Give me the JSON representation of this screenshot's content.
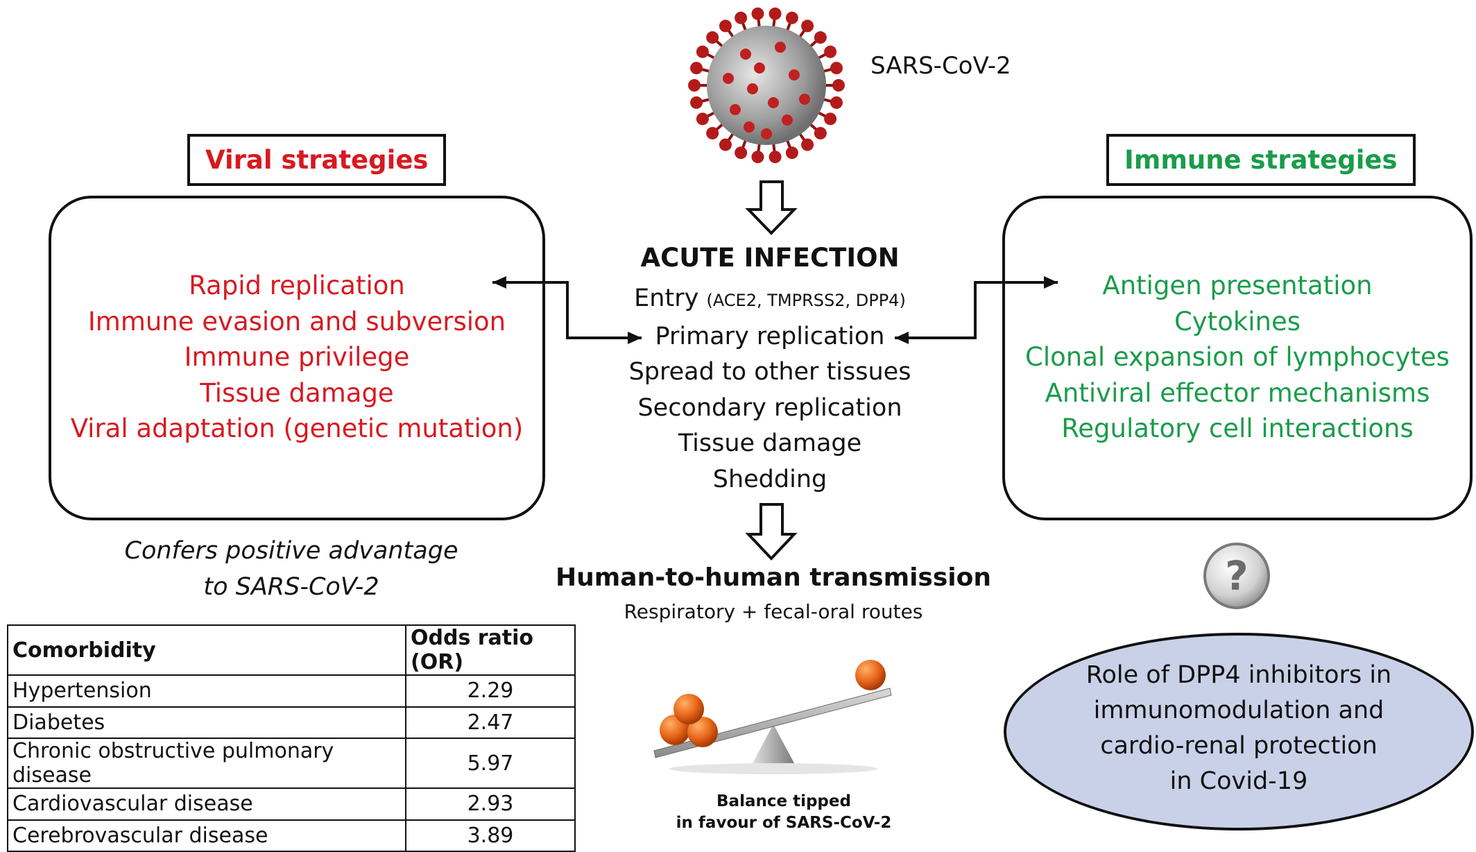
{
  "virus": {
    "label": "SARS-CoV-2",
    "icon": "coronavirus-icon"
  },
  "viral_strategies": {
    "header": "Viral strategies",
    "color": "#d71920",
    "items": [
      "Rapid replication",
      "Immune evasion and subversion",
      "Immune privilege",
      "Tissue damage",
      "Viral adaptation (genetic mutation)"
    ]
  },
  "immune_strategies": {
    "header": "Immune strategies",
    "color": "#1a9c4a",
    "items": [
      "Antigen presentation",
      "Cytokines",
      "Clonal expansion of lymphocytes",
      "Antiviral effector mechanisms",
      "Regulatory cell interactions"
    ]
  },
  "infection": {
    "title": "ACUTE INFECTION",
    "entry_label": "Entry",
    "entry_detail": "(ACE2, TMPRSS2, DPP4)",
    "steps": [
      "Primary replication",
      "Spread to other tissues",
      "Secondary replication",
      "Tissue damage",
      "Shedding"
    ]
  },
  "advantage_caption": {
    "line1": "Confers positive advantage",
    "line2": "to SARS-CoV-2"
  },
  "transmission": {
    "title": "Human-to-human transmission",
    "routes": "Respiratory + fecal-oral routes"
  },
  "balance_caption": {
    "line1": "Balance tipped",
    "line2": "in favour of SARS-CoV-2"
  },
  "comorbidity_table": {
    "headers": [
      "Comorbidity",
      "Odds ratio (OR)"
    ],
    "rows": [
      {
        "name": "Hypertension",
        "or": "2.29"
      },
      {
        "name": "Diabetes",
        "or": "2.47"
      },
      {
        "name": "Chronic obstructive pulmonary disease",
        "or": "5.97"
      },
      {
        "name": "Cardiovascular disease",
        "or": "2.93"
      },
      {
        "name": "Cerebrovascular disease",
        "or": "3.89"
      }
    ]
  },
  "dpp4_role": {
    "lines": [
      "Role of DPP4 inhibitors in",
      "immunomodulation and",
      "cardio-renal protection",
      "in Covid-19"
    ],
    "fill_color": "#c9d1e8"
  },
  "question_icon": "question-mark-icon"
}
